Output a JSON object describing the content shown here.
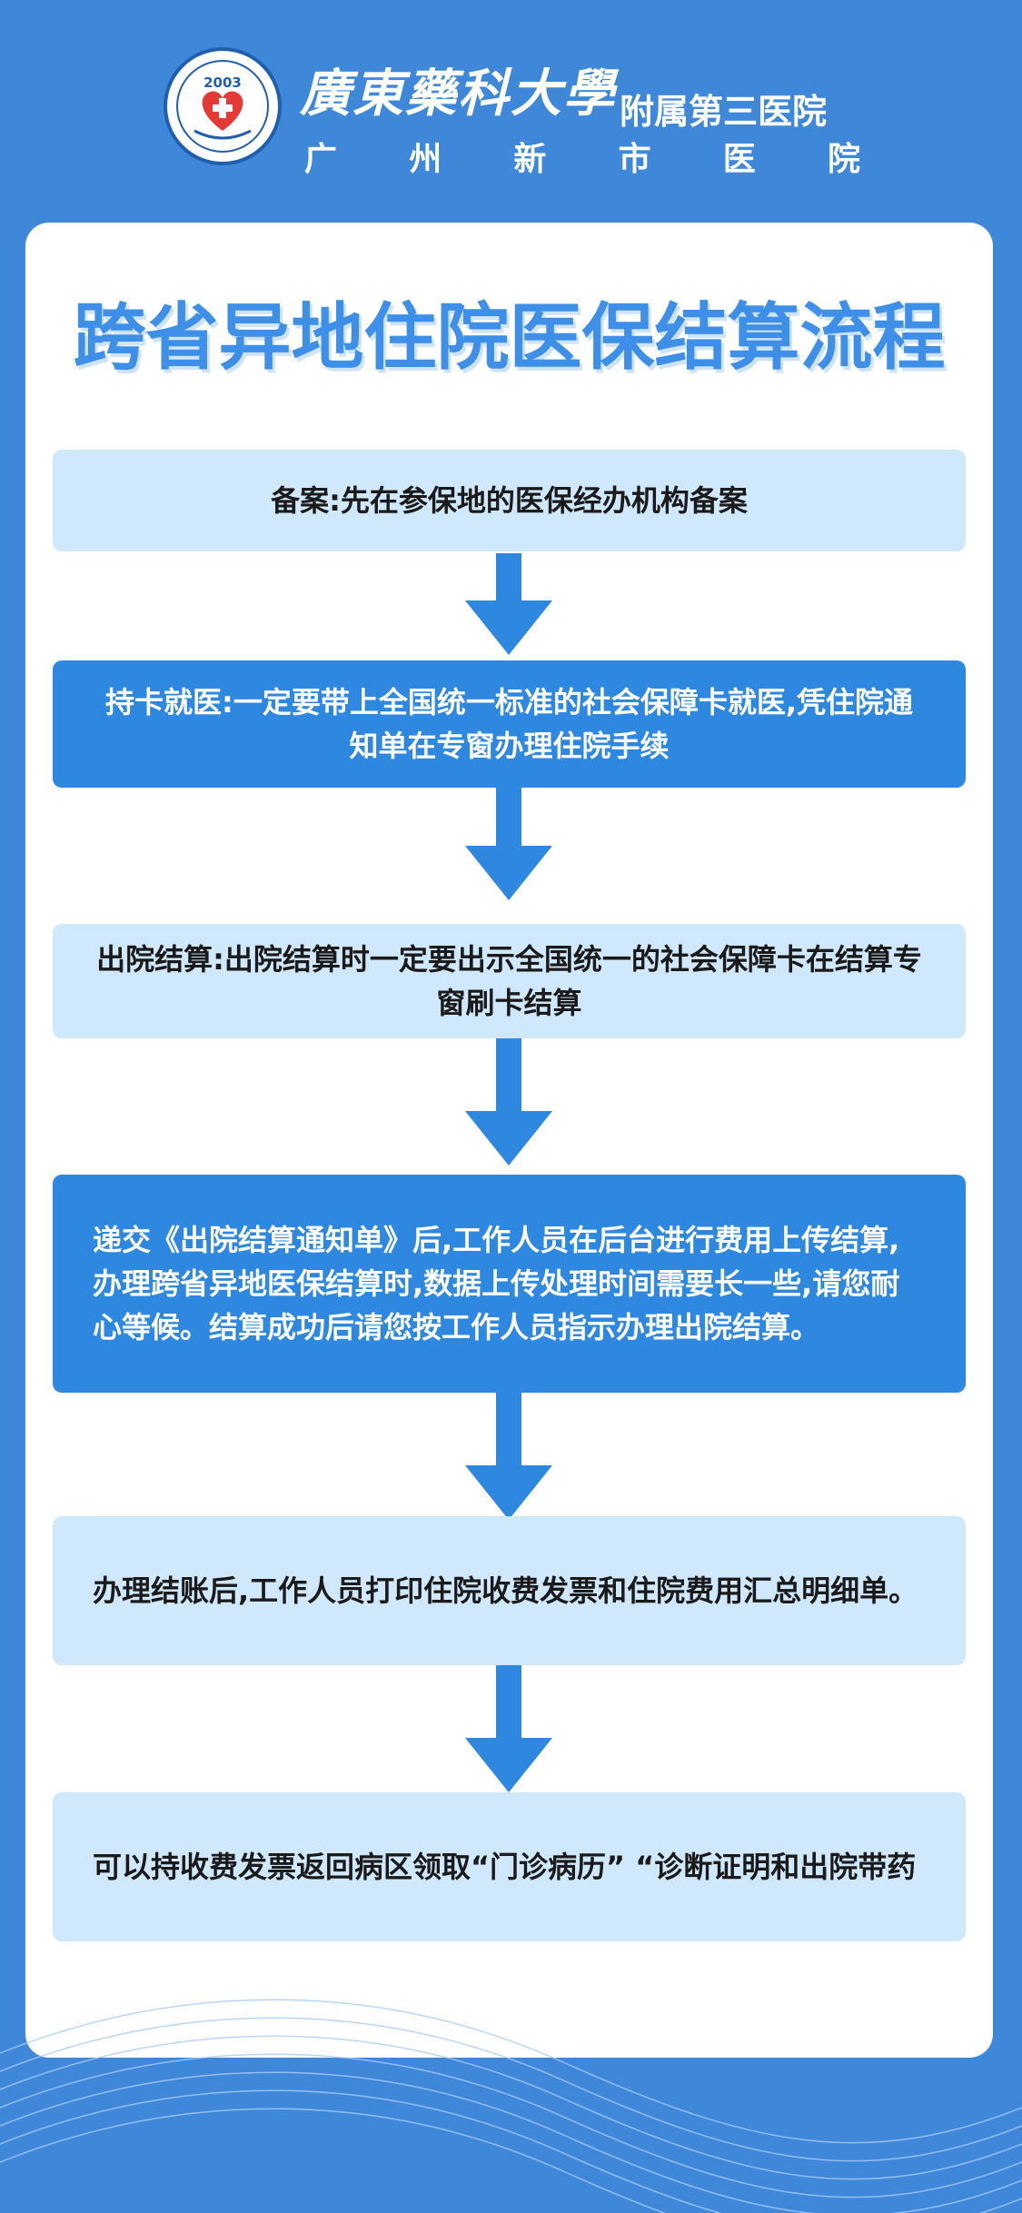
{
  "header": {
    "logo_year": "2003",
    "university_name": "廣東藥科大學",
    "university_suffix": "附属第三医院",
    "hospital_name_chars": [
      "广",
      "州",
      "新",
      "市",
      "医",
      "院"
    ]
  },
  "title": "跨省异地住院医保结算流程",
  "steps": [
    {
      "text": "备案:先在参保地的医保经办机构备案"
    },
    {
      "text": "持卡就医:一定要带上全国统一标准的社会保障卡就医,凭住院通知单在专窗办理住院手续"
    },
    {
      "text": "出院结算:出院结算时一定要出示全国统一的社会保障卡在结算专窗刷卡结算"
    },
    {
      "text": "递交《出院结算通知单》后,工作人员在后台进行费用上传结算,办理跨省异地医保结算时,数据上传处理时间需要长一些,请您耐心等候。结算成功后请您按工作人员指示办理出院结算。"
    },
    {
      "text": "办理结账后,工作人员打印住院收费发票和住院费用汇总明细单。"
    },
    {
      "text": "可以持收费发票返回病区领取“门诊病历” “诊断证明和出院带药"
    }
  ],
  "colors": {
    "background": "#3f88d9",
    "title": "#3d8fe8",
    "step_light": "#cfe8fb",
    "step_dark": "#2f88e0",
    "arrow": "#2f88e0"
  }
}
